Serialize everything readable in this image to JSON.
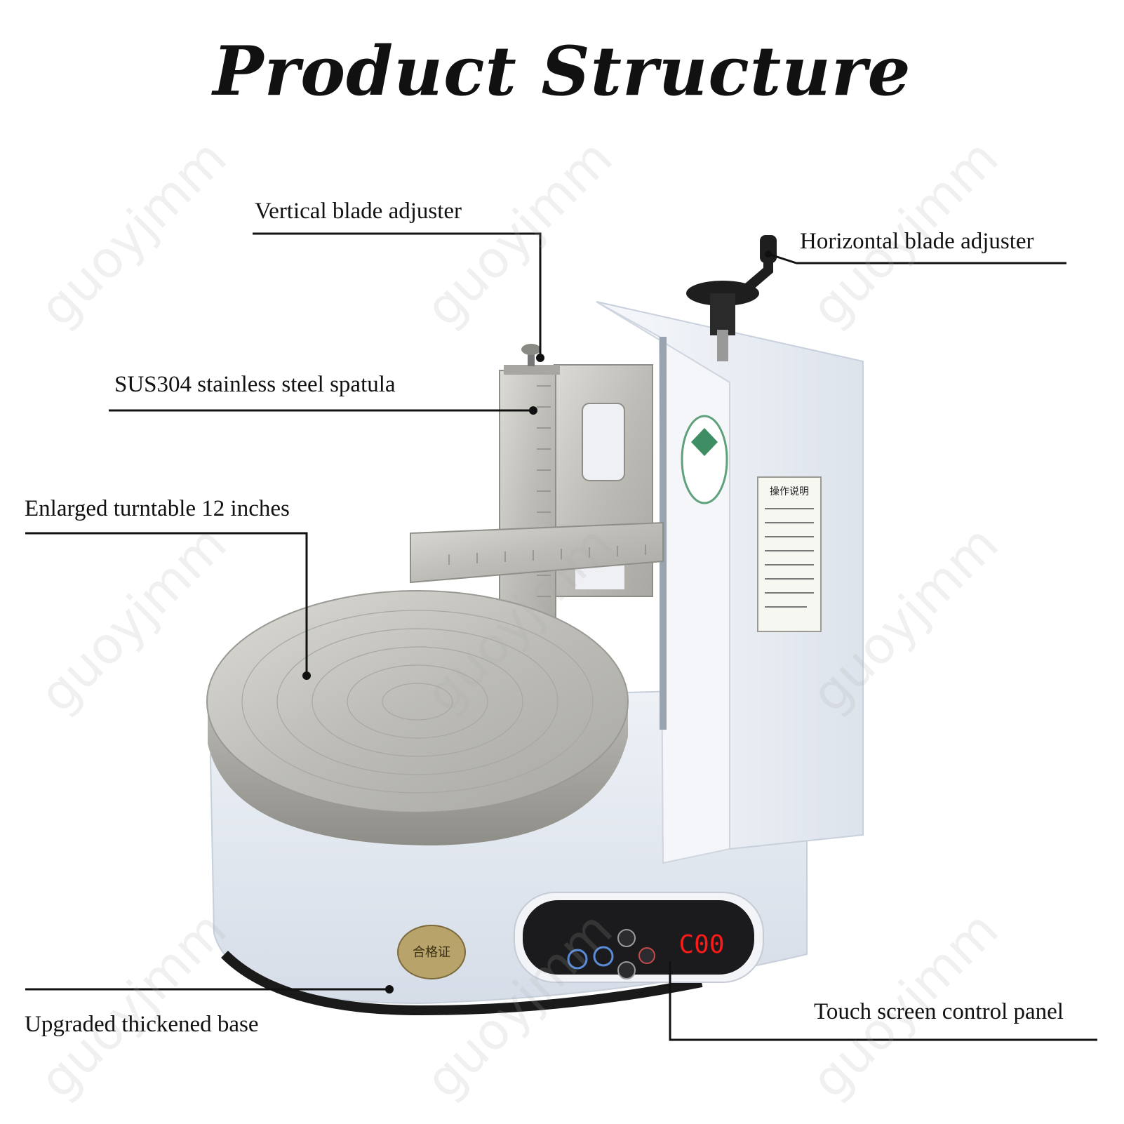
{
  "title": "Product Structure",
  "labels": {
    "vertical_blade": "Vertical blade adjuster",
    "horizontal_blade": "Horizontal blade adjuster",
    "spatula": "SUS304 stainless steel spatula",
    "turntable": "Enlarged turntable 12 inches",
    "base": "Upgraded thickened base",
    "control_panel": "Touch screen control panel"
  },
  "display_readout": "C00",
  "certificate_text": "合格证",
  "instruction_title": "操作说明",
  "watermark": "guoyjmm",
  "colors": {
    "machine_white": "#eef1f6",
    "steel": "#c7c6c1",
    "panel_black": "#1b1b1d",
    "display_red": "#ff1a1a",
    "leader_line": "#111111"
  }
}
